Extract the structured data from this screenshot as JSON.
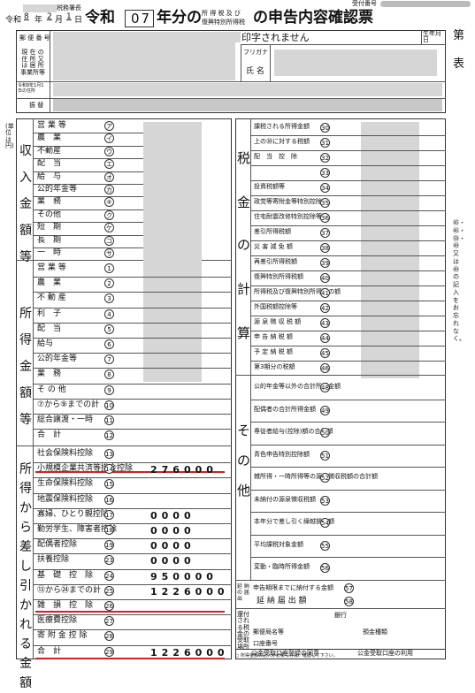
{
  "header": {
    "receipt_no_label": "受付番号",
    "office_suffix": "税務署長",
    "date_era": "令和",
    "date_year": "8",
    "year_unit": "年",
    "date_month": "2",
    "month_unit": "月",
    "date_day": "1",
    "day_unit": "日",
    "title_era": "令和",
    "title_year": "07",
    "title_year_suffix": "年分の",
    "title_tax_line1": "所 得 税 及 び",
    "title_tax_line2": "復興特別所得税",
    "title_main": "の申告内容確認票",
    "side_label_top": "第",
    "side_label_bottom": "表",
    "not_printed": "印字されません",
    "birth_label": "生年月日"
  },
  "identity": {
    "postal_label": "郵 便 番 号",
    "address_label": "現 在 の 住 所 又 は 居 所 事業所等",
    "furigana_label": "フリガナ",
    "name_label": "氏 名",
    "jan1_label": "令和8年1月1日の住所",
    "account_label": "振 替"
  },
  "income_section": {
    "unit_label": "(単位は円)",
    "group_label": "収入金額等",
    "rows": [
      {
        "label": "営 業 等",
        "mark": "ア"
      },
      {
        "label": "農　業",
        "mark": "イ"
      },
      {
        "label": "不動産",
        "mark": "ウ"
      },
      {
        "label": "配　当",
        "mark": "エ"
      },
      {
        "label": "給　与",
        "mark": "オ"
      },
      {
        "label": "公的年金等",
        "mark": "カ"
      },
      {
        "label": "業　務",
        "mark": "キ"
      },
      {
        "label": "その他",
        "mark": "ク"
      },
      {
        "label": "短　期",
        "mark": "ケ"
      },
      {
        "label": "長　期",
        "mark": "コ"
      },
      {
        "label": "一　時",
        "mark": "サ"
      }
    ]
  },
  "shotoku_section": {
    "group_label": "所得金額等",
    "rows": [
      {
        "label": "営 業 等",
        "mark": "1"
      },
      {
        "label": "農　業",
        "mark": "2"
      },
      {
        "label": "不 動 産",
        "mark": "3"
      },
      {
        "label": "利　子",
        "mark": "4"
      },
      {
        "label": "配　当",
        "mark": "5"
      },
      {
        "label": "給与",
        "mark": "6"
      },
      {
        "label": "公的年金等",
        "mark": "7"
      },
      {
        "label": "業　務",
        "mark": "8"
      },
      {
        "label": "そ の 他",
        "mark": "9"
      },
      {
        "label": "⑦から⑨までの計",
        "mark": "10"
      },
      {
        "label": "総合譲渡・一時",
        "mark": "11"
      },
      {
        "label": "合　計",
        "mark": "12"
      }
    ]
  },
  "deduction_section": {
    "group_label": "所得から差し引かれる金額",
    "rows": [
      {
        "label": "社会保険料控除",
        "mark": "13",
        "value": ""
      },
      {
        "label": "小規模企業共済等掛金控除",
        "mark": "14",
        "value": "276000"
      },
      {
        "label": "生命保険料控除",
        "mark": "15",
        "value": ""
      },
      {
        "label": "地震保険料控除",
        "mark": "16",
        "value": ""
      },
      {
        "label": "寡婦、ひとり親控除",
        "mark": "17",
        "value": "0000"
      },
      {
        "label": "勤労学生、障害者控除",
        "mark": "18",
        "value": "0000"
      },
      {
        "label": "配偶者控除",
        "mark": "19",
        "value": "0000"
      },
      {
        "label": "扶養控除",
        "mark": "23",
        "value": "0000"
      },
      {
        "label": "基　礎　控　除",
        "mark": "24",
        "value": "950000"
      },
      {
        "label": "⑬から㉔までの計",
        "mark": "25",
        "value": "1226000"
      },
      {
        "label": "雑　損　控　除",
        "mark": "26",
        "value": ""
      },
      {
        "label": "医療費控除",
        "mark": "27",
        "value": ""
      },
      {
        "label": "寄 附 金 控 除",
        "mark": "28",
        "value": ""
      },
      {
        "label": "合　計",
        "mark": "29",
        "value": "1226000"
      }
    ]
  },
  "tax_section": {
    "group_label_1": "税",
    "group_label_2": "金",
    "group_label_3": "の",
    "group_label_4": "計",
    "group_label_5": "算",
    "rows": [
      {
        "label": "課税される所得金額",
        "mark": "30"
      },
      {
        "label": "上の㉚に対する税額",
        "mark": "31"
      },
      {
        "label": "配　当　控　除",
        "mark": "32"
      },
      {
        "label": "",
        "mark": "33"
      },
      {
        "label": "投資税額等",
        "mark": "34"
      },
      {
        "label": "政党等寄附金等特別控除",
        "mark": "35"
      },
      {
        "label": "住宅耐震改修特別控除等",
        "mark": "36"
      },
      {
        "label": "差引所得税額",
        "mark": "37"
      },
      {
        "label": "災 害 減 免 額",
        "mark": "38"
      },
      {
        "label": "再差引所得税額",
        "mark": "39"
      },
      {
        "label": "復興特別所得税額",
        "mark": "40"
      },
      {
        "label": "所得税及び復興特別所得税の額",
        "mark": "41"
      },
      {
        "label": "外国税額控除等",
        "mark": "42"
      },
      {
        "label": "源 泉 徴 収 税 額",
        "mark": "43"
      },
      {
        "label": "申 告 納 税 額",
        "mark": "44"
      },
      {
        "label": "予 定 納 税 額",
        "mark": "45"
      },
      {
        "label": "第3期分の税額",
        "mark": "46"
      }
    ]
  },
  "other_section": {
    "group_label": "その他",
    "rows": [
      {
        "label": "公的年金等以外の合計所得金額",
        "mark": "48"
      },
      {
        "label": "配偶者の合計所得金額",
        "mark": "49"
      },
      {
        "label": "専従者給与(控除)額の合計額",
        "mark": "50"
      },
      {
        "label": "青色申告特別控除額",
        "mark": "51"
      },
      {
        "label": "雑所得・一時所得等の源泉徴収税額の合計額",
        "mark": "52"
      },
      {
        "label": "未納付の源泉徴収税額",
        "mark": "53"
      },
      {
        "label": "本年分で差し引く繰越損失額",
        "mark": "54"
      },
      {
        "label": "平均課税対象金額",
        "mark": "55"
      },
      {
        "label": "変動・臨時所得金額",
        "mark": "56"
      }
    ]
  },
  "extension_section": {
    "label": "延 納 の 届 出",
    "row1": "申告期限までに納付する金額",
    "row2": "延 納 届 出 額",
    "mark1": "57",
    "mark2": "58"
  },
  "refund_section": {
    "label": "還付される税金の受取場所",
    "bank_label": "銀行",
    "post_label": "郵便局名等",
    "deposit_label": "預金種類",
    "account_no": "口座番号"
  },
  "footer": {
    "public_account_consent": "公金受取口座登録の同意",
    "public_account_use": "公金受取口座の利用",
    "note1": "○ 所得金額の記入が必要な方は、確認して下さい。",
    "note2": "○ この申告書を提出される方は、住民税・事業税の申告書を提出する必要がありません。"
  },
  "right_margin_note": "㊺・㊻・㊿・㊾又は㊾の記入をお忘れなく。"
}
